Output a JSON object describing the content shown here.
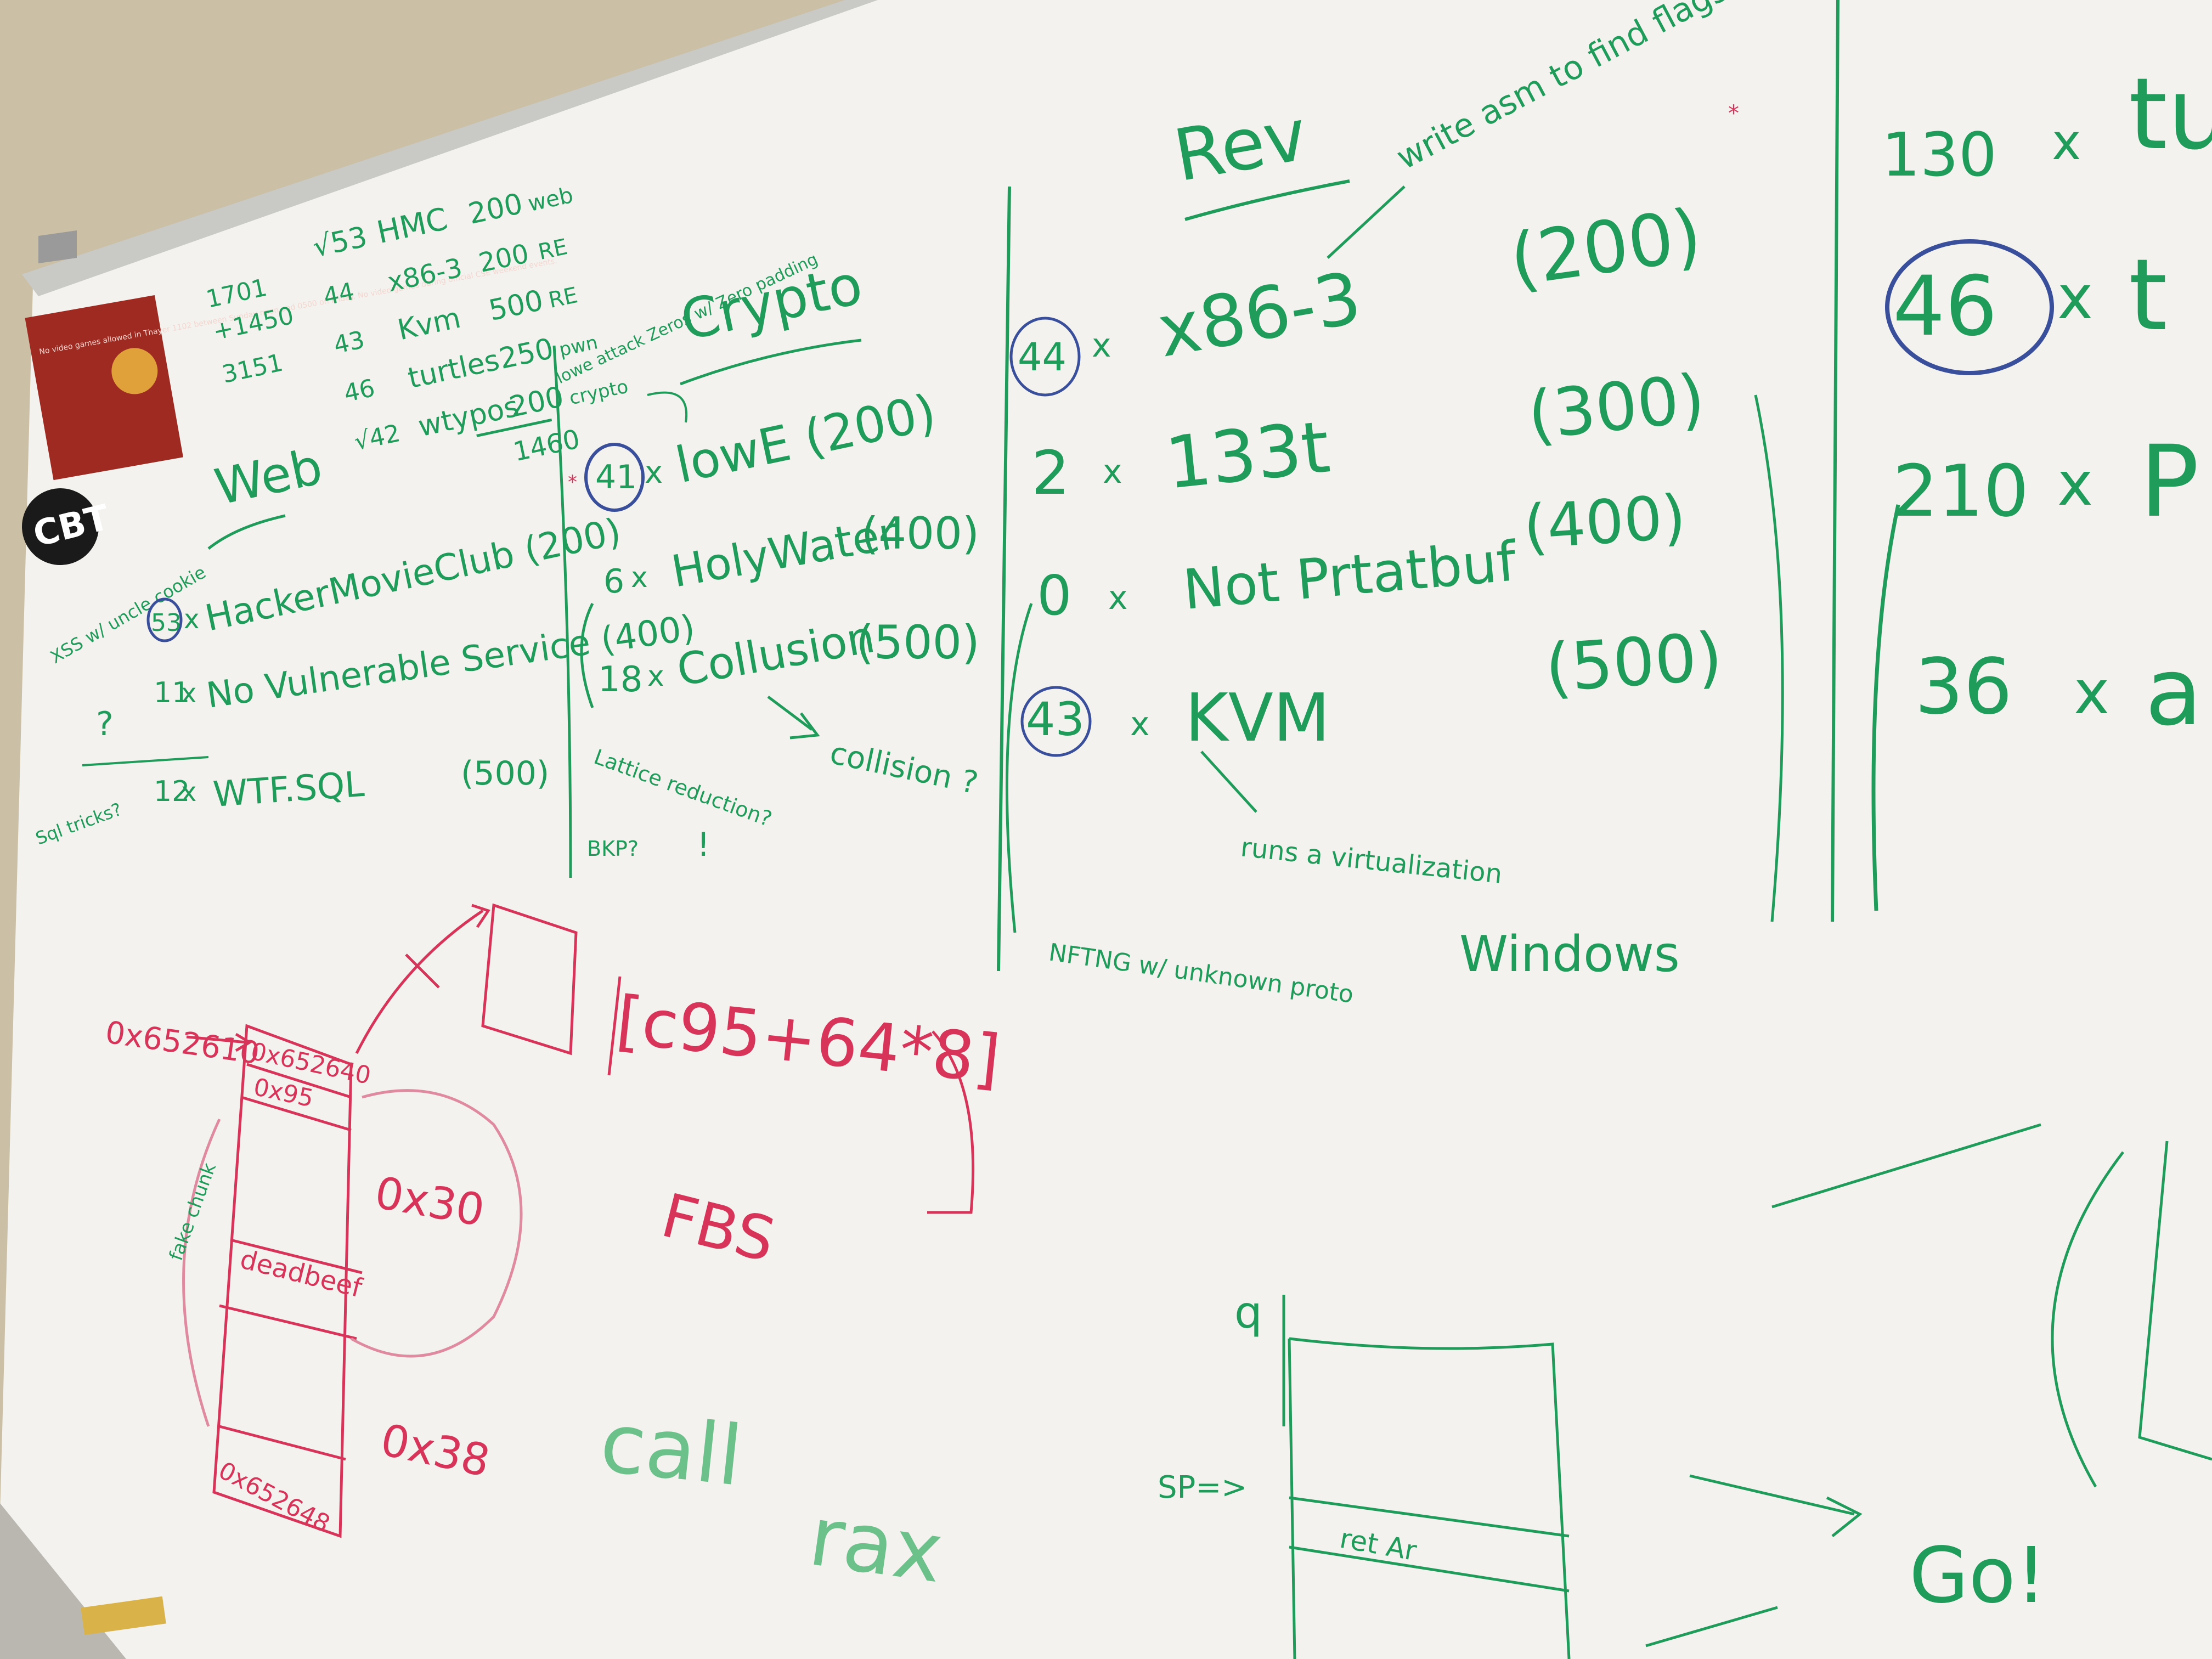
{
  "colors": {
    "wall": "#cbbfa6",
    "board": "#f3f2ee",
    "frame": "#c9c9c6",
    "green_marker": "#1f9b5a",
    "red_marker": "#d8345a",
    "blue_marker": "#3a4f9c"
  },
  "tally": {
    "top_numbers": [
      "1701",
      "+1450",
      "3151"
    ],
    "rows": [
      {
        "count": "√53",
        "name": "HMC",
        "points": "200",
        "cat": "web"
      },
      {
        "count": "44",
        "name": "x86-3",
        "points": "200",
        "cat": "RE"
      },
      {
        "count": "43",
        "name": "Kvm",
        "points": "500",
        "cat": "RE"
      },
      {
        "count": "46",
        "name": "turtles",
        "points": "250",
        "cat": "pwn"
      },
      {
        "count": "√42",
        "name": "wtypos",
        "points": "200",
        "cat": "crypto"
      }
    ],
    "total": "1460"
  },
  "web": {
    "heading": "Web",
    "side_note": "XSS w/ uncle cookie",
    "rows": [
      {
        "count": "53",
        "x": "x",
        "name": "HackerMovieClub (200)"
      },
      {
        "count": "11",
        "x": "x",
        "name": "No Vulnerable Service (400)"
      },
      {
        "count": "12",
        "x": "x",
        "name": "WTF.SQL",
        "points": "(500)"
      }
    ],
    "question": "?",
    "bottom_note": "Sql tricks?"
  },
  "crypto": {
    "heading": "Crypto",
    "note": "lowe attack Zeros w/ Zero padding",
    "rows": [
      {
        "count": "41",
        "x": "x",
        "name": "lowE (200)"
      },
      {
        "count": "6",
        "x": "x",
        "name": "HolyWater",
        "points": "(400)"
      },
      {
        "count": "18",
        "x": "x",
        "name": "Collusion",
        "points": "(500)"
      }
    ],
    "lattice_note": "Lattice reduction?",
    "bkp_note": "BKP?",
    "exclaim": "!",
    "collision_note": "collision ?"
  },
  "rev": {
    "heading": "Rev",
    "side_note": "write asm to find flags",
    "rows": [
      {
        "count": "44",
        "x": "x",
        "name": "x86-3",
        "points": "(200)"
      },
      {
        "count": "2",
        "x": "x",
        "name": "133t",
        "points": "(300)"
      },
      {
        "count": "0",
        "x": "x",
        "name": "Not Prtatbuf",
        "points": "(400)"
      },
      {
        "count": "43",
        "x": "x",
        "name": "KVM",
        "points": "(500)"
      }
    ],
    "kvm_note": "runs a virtualization",
    "nothing_note": "NFTNG w/ unknown proto",
    "windows_note": "Windows"
  },
  "right_column": {
    "rows": [
      {
        "count": "130",
        "x": "x",
        "name": "tu"
      },
      {
        "count": "46",
        "x": "x",
        "name": "t"
      },
      {
        "count": "210",
        "x": "x",
        "name": "P"
      },
      {
        "count": "36",
        "x": "x",
        "name": "a"
      }
    ]
  },
  "poster": {
    "text": "No video games allowed in Thayer 1102 between Sunday noon and 0500 on Friday. No video games during official CSE weekend events."
  },
  "logo": {
    "text": "CBT"
  },
  "memory_diagram": {
    "label": "0x652610",
    "cells": [
      "0x652640",
      "0x95",
      "deadbeef",
      "0x652648"
    ],
    "offset_1": "0x30",
    "offset_2": "0x38",
    "formula": "[c95+64*8]",
    "fbs": "FBS",
    "side_label": "fake chunk"
  },
  "call_note": [
    "call",
    "rax"
  ],
  "stack": {
    "q_label": "q",
    "sp_label": "SP=>",
    "ret_label": "ret Ar",
    "go_label": "Go!"
  }
}
